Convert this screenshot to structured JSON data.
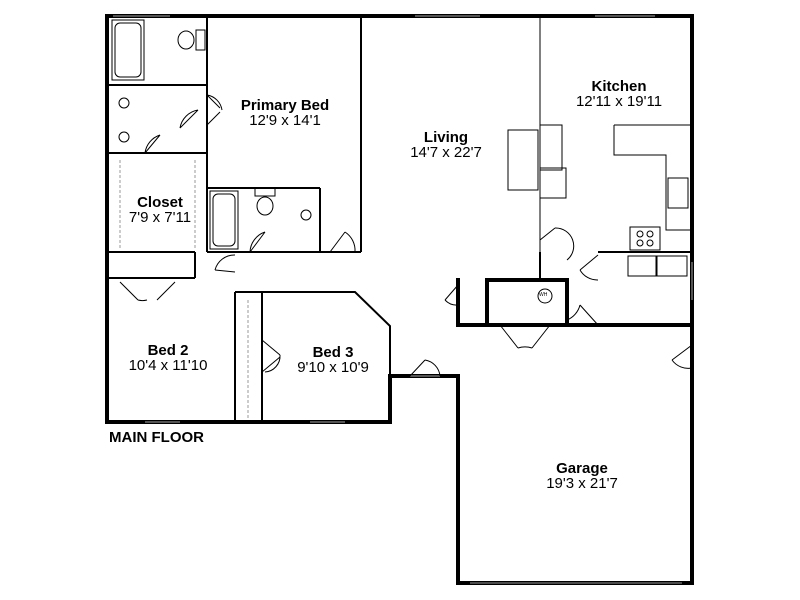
{
  "floor_label": "MAIN FLOOR",
  "rooms": {
    "primary_bed": {
      "name": "Primary Bed",
      "size": "12'9 x 14'1"
    },
    "living": {
      "name": "Living",
      "size": "14'7 x 22'7"
    },
    "kitchen": {
      "name": "Kitchen",
      "size": "12'11 x 19'11"
    },
    "closet": {
      "name": "Closet",
      "size": "7'9 x 7'11"
    },
    "bed2": {
      "name": "Bed 2",
      "size": "10'4 x 11'10"
    },
    "bed3": {
      "name": "Bed 3",
      "size": "9'10 x 10'9"
    },
    "garage": {
      "name": "Garage",
      "size": "19'3 x 21'7"
    }
  },
  "water_heater_label": "WH"
}
